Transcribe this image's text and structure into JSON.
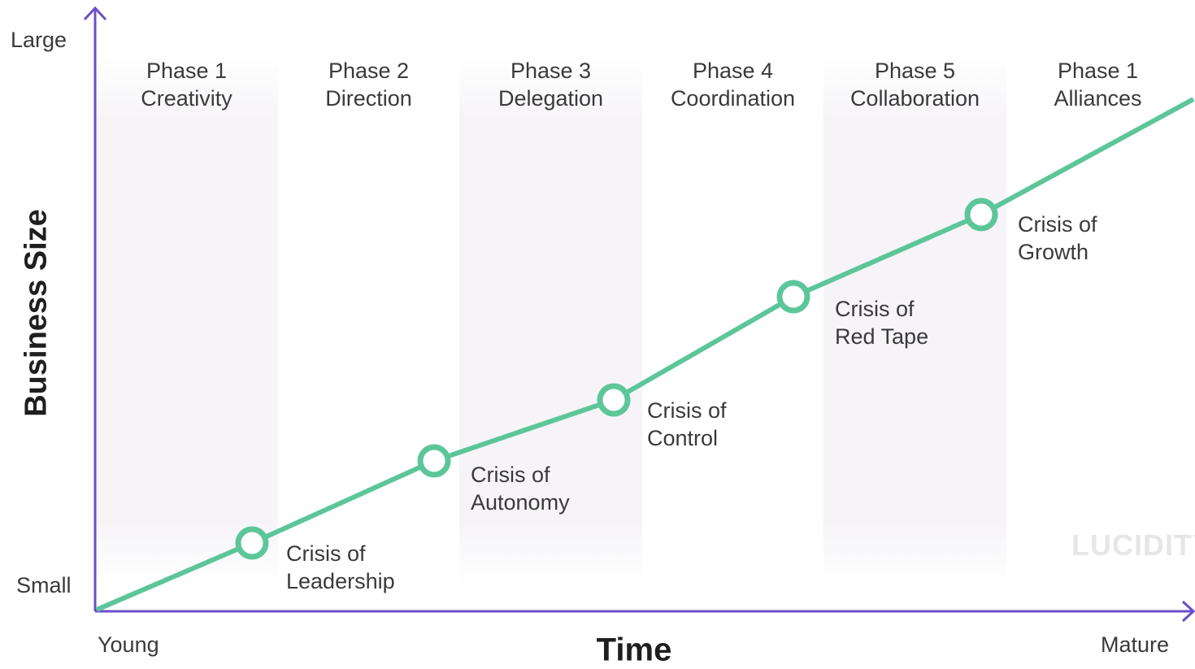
{
  "axes": {
    "y_title": "Business Size",
    "y_top_label": "Large",
    "y_bottom_label": "Small",
    "x_title": "Time",
    "x_left_label": "Young",
    "x_right_label": "Mature",
    "axis_color": "#6a4fc9"
  },
  "phases": [
    {
      "line1": "Phase 1",
      "line2": "Creativity"
    },
    {
      "line1": "Phase 2",
      "line2": "Direction"
    },
    {
      "line1": "Phase 3",
      "line2": "Delegation"
    },
    {
      "line1": "Phase 4",
      "line2": "Coordination"
    },
    {
      "line1": "Phase 5",
      "line2": "Collaboration"
    },
    {
      "line1": "Phase 1",
      "line2": "Alliances"
    }
  ],
  "crises": [
    {
      "line1": "Crisis of",
      "line2": "Leadership"
    },
    {
      "line1": "Crisis of",
      "line2": "Autonomy"
    },
    {
      "line1": "Crisis of",
      "line2": "Control"
    },
    {
      "line1": "Crisis of",
      "line2": "Red Tape"
    },
    {
      "line1": "Crisis of",
      "line2": "Growth"
    }
  ],
  "line_color": "#5cc69a",
  "watermark": "LUCIDITY"
}
